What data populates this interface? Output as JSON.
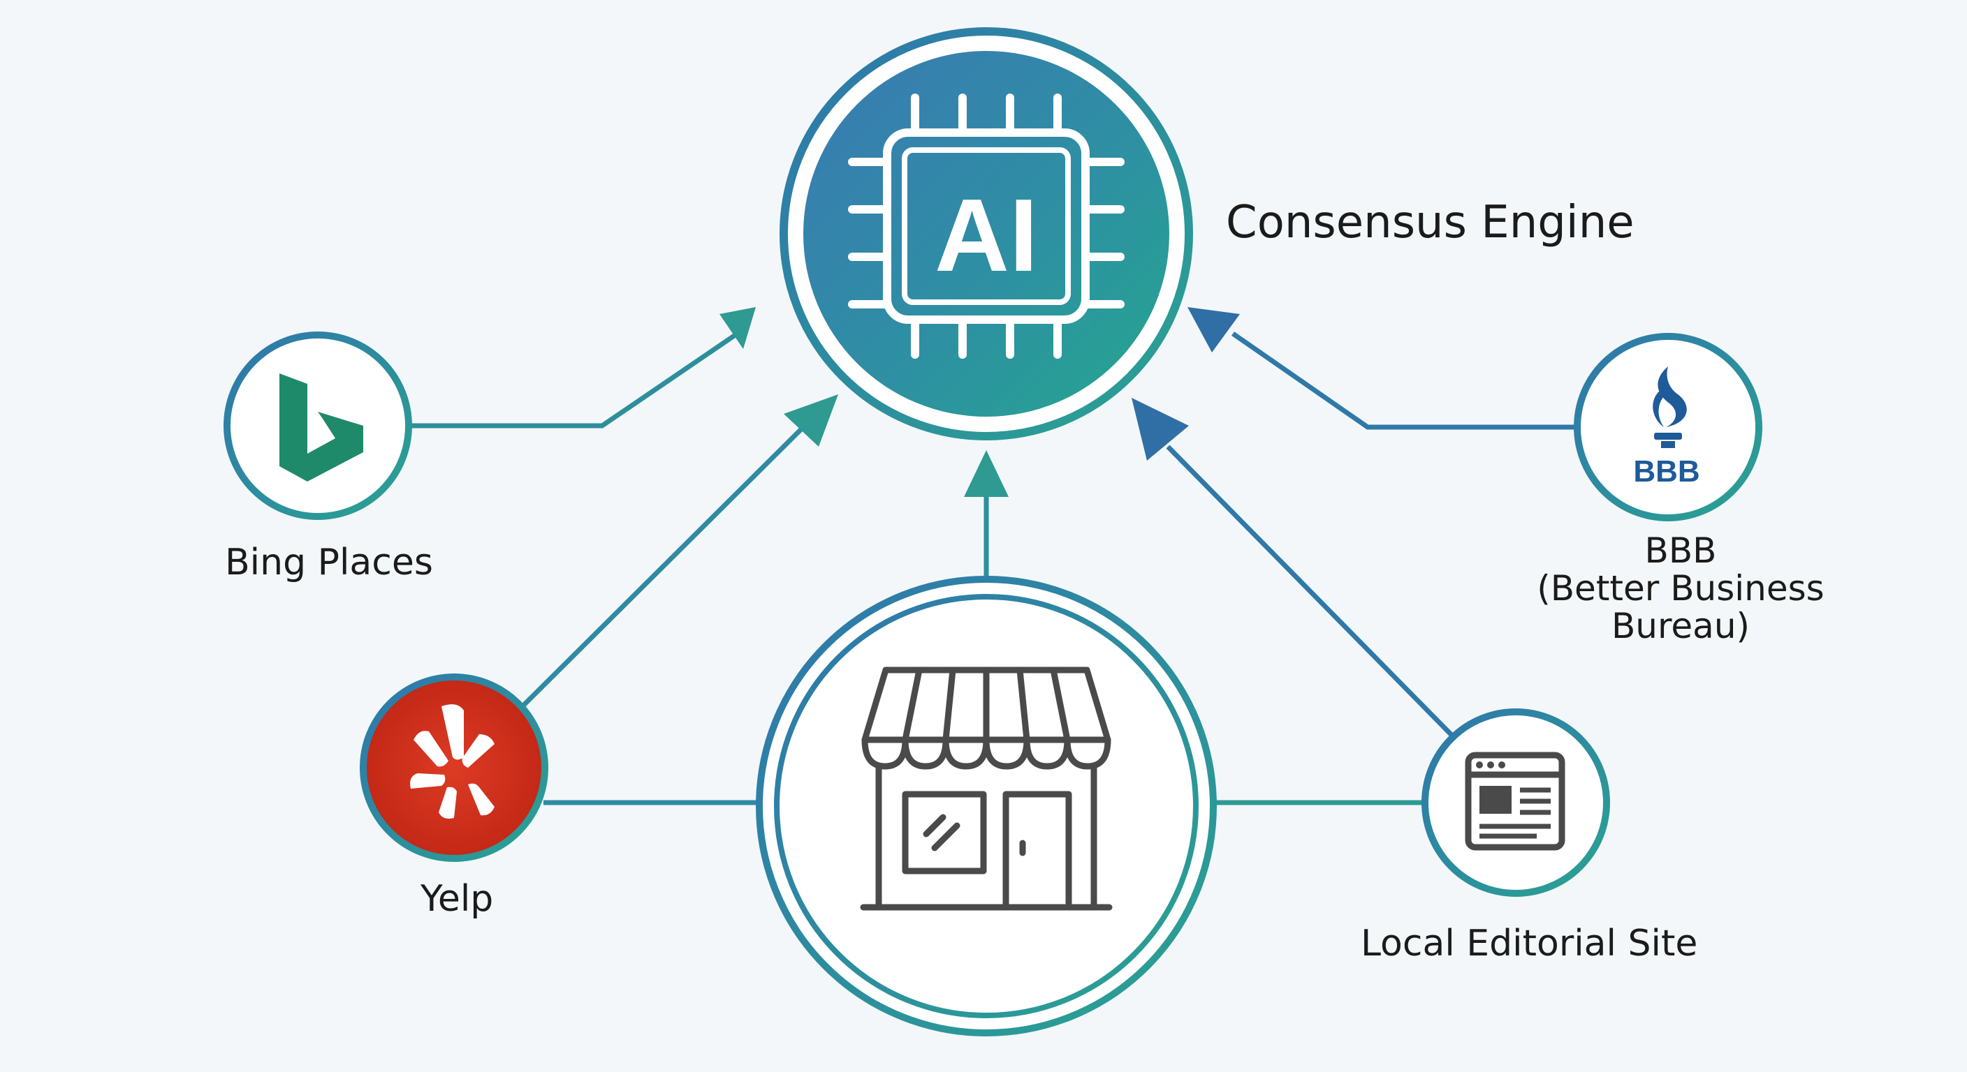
{
  "center": {
    "chip_text": "AI",
    "label": "Consensus Engine"
  },
  "sources": [
    {
      "id": "bing",
      "label": "Bing Places",
      "icon": "bing-logo-icon",
      "color": "#1f8a6a"
    },
    {
      "id": "bbb",
      "label_lines": [
        "BBB",
        "(Better Business",
        "Bureau)"
      ],
      "icon_text": "BBB",
      "icon": "bbb-torch-icon",
      "color": "#1f5a99"
    },
    {
      "id": "yelp",
      "label": "Yelp",
      "icon": "yelp-burst-icon",
      "color": "#d3321e"
    },
    {
      "id": "editorial",
      "label": "Local Editorial Site",
      "icon": "browser-window-icon",
      "color": "#444444"
    }
  ],
  "business": {
    "icon": "storefront-icon"
  },
  "colors": {
    "teal": "#2e9a92",
    "blue": "#2f79a9",
    "background": "#f3f7f9"
  }
}
